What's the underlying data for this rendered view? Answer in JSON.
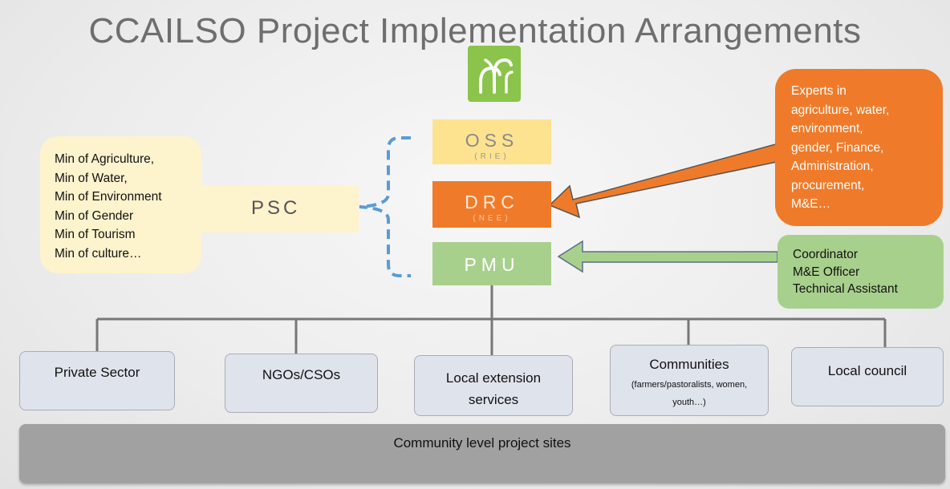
{
  "title": "CCAILSO Project Implementation Arrangements",
  "colors": {
    "orange": "#ef7b2a",
    "green": "#a8d08d",
    "yellow": "#fde38f",
    "cream": "#fdf3cd",
    "bracket": "#5b9bd5",
    "child_fill": "#dfe3ec",
    "sites_fill": "#a1a1a1"
  },
  "logo": {
    "icon": "fountain-logo-icon"
  },
  "hierarchy": {
    "oss": {
      "abbr": "OSS",
      "sub": "(RIE)"
    },
    "drc": {
      "abbr": "DRC",
      "sub": "(NEE)"
    },
    "pmu": {
      "abbr": "PMU"
    }
  },
  "psc": {
    "label": "PSC",
    "ministries": [
      "Min of Agriculture,",
      "Min of Water,",
      "Min of Environment",
      "Min of Gender",
      "Min of Tourism",
      "Min of culture…"
    ]
  },
  "experts": {
    "lines": [
      "Experts in",
      "agriculture, water,",
      "environment,",
      "gender, Finance,",
      "Administration,",
      "procurement,",
      "M&E…"
    ]
  },
  "pmu_staff": {
    "lines": [
      "Coordinator",
      "M&E Officer",
      "Technical Assistant"
    ]
  },
  "children": {
    "private": "Private Sector",
    "ngos": "NGOs/CSOs",
    "local_line1": "Local extension",
    "local_line2": "services",
    "communities": "Communities",
    "communities_detail": "(farmers/pastoralists, women, youth…)",
    "council": "Local council"
  },
  "sites": "Community level project sites"
}
